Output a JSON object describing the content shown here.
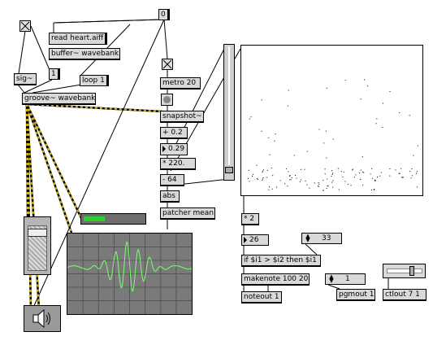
{
  "patch": {
    "read_message": "read heart.aiff",
    "buffer_object": "buffer~ wavebank",
    "one_message": "1",
    "loop_message": "loop 1",
    "sig_object": "sig~",
    "groove_object": "groove~ wavebank",
    "zero_message": "0",
    "metro_object": "metro 20",
    "snapshot_object": "snapshot~",
    "plus_object": "+ 0.2",
    "number_box_1": "0.29",
    "times_object": "* 220.",
    "minus_object": "- 64",
    "abs_object": "abs",
    "patcher_object": "patcher mean",
    "times2_object": "* 2",
    "number_box_2": "26",
    "number_box_3": "33",
    "if_object": "if $i1 > $i2 then $i1",
    "makenote_object": "makenote 100 20",
    "number_box_4": "1",
    "noteout_object": "noteout 1",
    "pgmout_object": "pgmout 1",
    "ctlout_object": "ctlout 7 1"
  },
  "colors": {
    "scope_wave": "#7cff70",
    "meter_green": "#2ecc2e",
    "wire_signal": "#c8a800",
    "background": "#ffffff",
    "object_fill": "#d9d9d9"
  },
  "icons": {
    "speaker": "speaker-icon",
    "toggle": "x-toggle-icon",
    "bang": "bang-icon"
  }
}
